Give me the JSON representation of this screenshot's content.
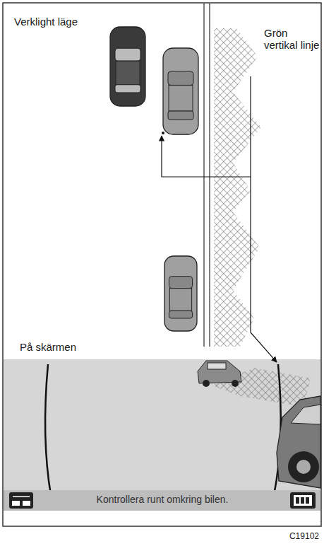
{
  "diagram": {
    "labels": [
      "Verklight läge",
      "Grön vertikal linje",
      "På skärmen",
      "Kontrollera runt omkring bilen.",
      "C19102"
    ]
  }
}
